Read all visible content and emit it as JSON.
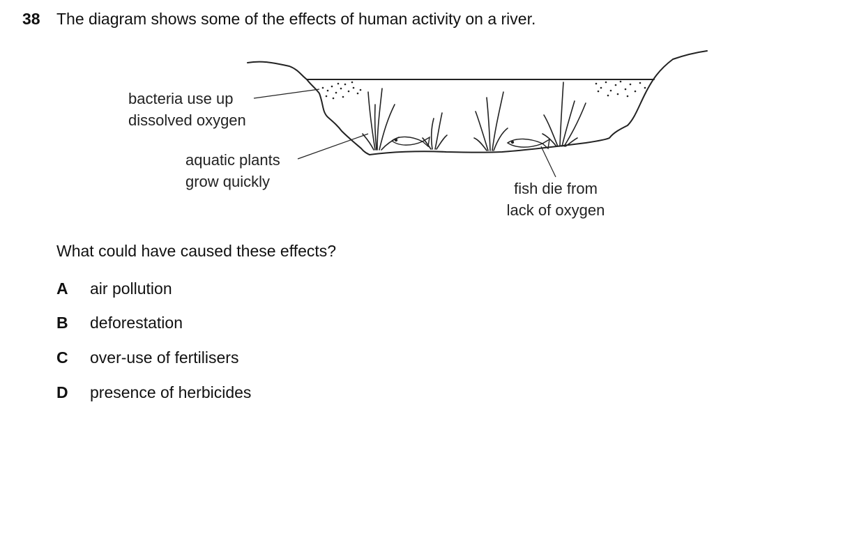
{
  "question": {
    "number": "38",
    "text": "The diagram shows some of the effects of human activity on a river."
  },
  "diagram": {
    "labels": {
      "bacteria": [
        "bacteria use up",
        "dissolved oxygen"
      ],
      "plants": [
        "aquatic plants",
        "grow quickly"
      ],
      "fish": [
        "fish die from",
        "lack of oxygen"
      ]
    }
  },
  "prompt": "What could have caused these effects?",
  "options": [
    {
      "letter": "A",
      "text": "air pollution"
    },
    {
      "letter": "B",
      "text": "deforestation"
    },
    {
      "letter": "C",
      "text": "over-use of fertilisers"
    },
    {
      "letter": "D",
      "text": "presence of herbicides"
    }
  ]
}
